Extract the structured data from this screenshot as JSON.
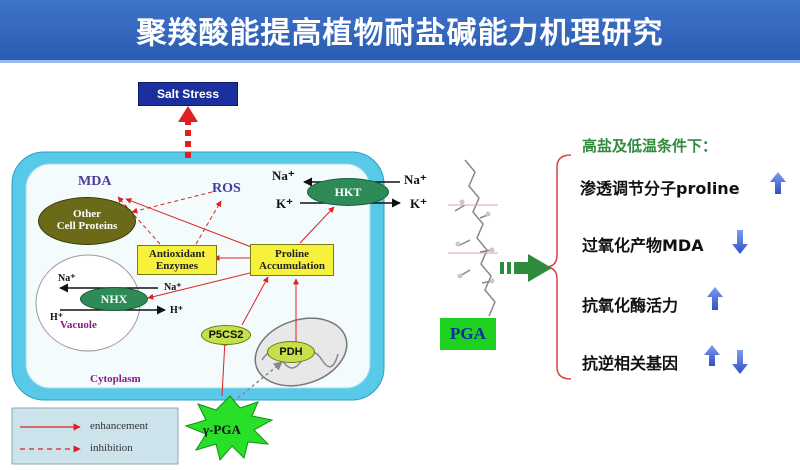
{
  "title": "聚羧酸能提高植物耐盐碱能力机理研究",
  "diagram": {
    "salt_stress": "Salt Stress",
    "mda": "MDA",
    "ros": "ROS",
    "other_proteins": "Other\nCell Proteins",
    "antioxidant": "Antioxidant\nEnzymes",
    "proline_acc": "Proline\nAccumulation",
    "hkt": "HKT",
    "nhx": "NHX",
    "vacuole": "Vacuole",
    "p5cs2": "P5CS2",
    "pdh": "PDH",
    "cytoplasm": "Cytoplasm",
    "gpga": "γ-PGA",
    "pga": "PGA",
    "na_plus": "Na⁺",
    "k_plus": "K⁺",
    "h_plus": "H⁺"
  },
  "legend": {
    "enhancement": "enhancement",
    "inhibition": "inhibition"
  },
  "right_panel": {
    "heading": "高盐及低温条件下：",
    "items": [
      {
        "label": "渗透调节分子proline",
        "arrows": "up"
      },
      {
        "label": "过氧化产物MDA",
        "arrows": "down"
      },
      {
        "label": "抗氧化酶活力",
        "arrows": "up"
      },
      {
        "label": "抗逆相关基因",
        "arrows": "updown"
      }
    ]
  },
  "colors": {
    "header": "#2a5bb3",
    "cell_wall": "#59c9ea",
    "cytoplasm_fill": "#f3fbfd",
    "box_yellow": "#f7f13b",
    "olive": "#6b6a18",
    "teal": "#2e8b57",
    "pga_green": "#1fd11f",
    "red": "#e02020",
    "arrow_blue": "#3d5fd6"
  }
}
